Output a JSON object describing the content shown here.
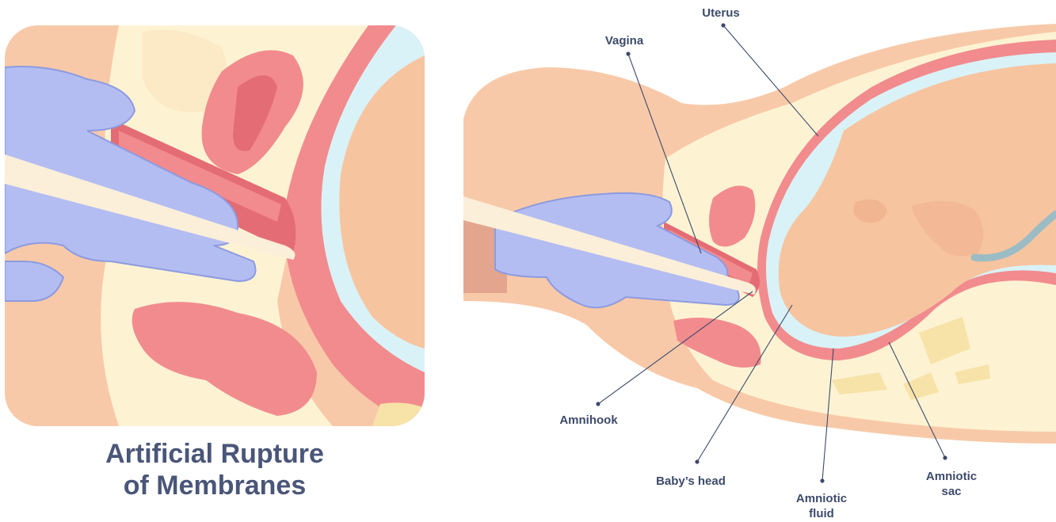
{
  "title": {
    "line1": "Artificial Rupture",
    "line2": "of Membranes"
  },
  "labels": {
    "uterus": "Uterus",
    "vagina": "Vagina",
    "amnihook": "Amnihook",
    "babys_head": "Baby’s head",
    "amniotic_fluid_line1": "Amniotic",
    "amniotic_fluid_line2": "fluid",
    "amniotic_sac_line1": "Amniotic",
    "amniotic_sac_line2": "sac"
  },
  "colors": {
    "skin": "#f8c9a8",
    "skin_dark": "#f1b592",
    "cream": "#fdf3d3",
    "uterus_wall": "#f28b8e",
    "uterus_inner": "#e46c74",
    "amniotic_fluid": "#d9f2f7",
    "baby": "#f7c4a0",
    "glove": "#b3bdf2",
    "glove_outline": "#8d9be0",
    "hook": "#fcefd9",
    "label_text": "#3d4a6b"
  }
}
